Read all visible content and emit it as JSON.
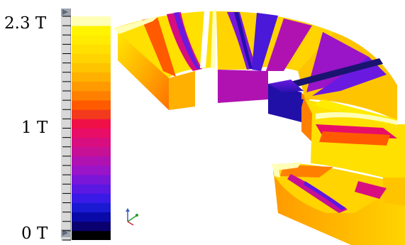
{
  "legend": {
    "labels": {
      "max": "2.3 T",
      "mid": "1 T",
      "min": "0 T"
    },
    "colors": [
      "#000000",
      "#0a0070",
      "#0a0aa8",
      "#1a1ad2",
      "#3a1ae6",
      "#5a18e2",
      "#7a16d8",
      "#9a14c8",
      "#b012b2",
      "#c61096",
      "#d80e80",
      "#e80e68",
      "#f01048",
      "#f43a1c",
      "#ff5a00",
      "#ff8000",
      "#ff9a00",
      "#ffb000",
      "#ffc400",
      "#ffd400",
      "#ffe000",
      "#ffec00",
      "#fff400",
      "#ffffb8"
    ],
    "colors_order": "bottom-to-top"
  },
  "viewport": {
    "triad_icon": "axis-triad-icon",
    "field_colors": {
      "high": "#ffe800",
      "upper": "#ffb000",
      "mid": "#ff5a00",
      "lower": "#d2148c",
      "low": "#6a1ae0",
      "min": "#2010a8"
    }
  }
}
